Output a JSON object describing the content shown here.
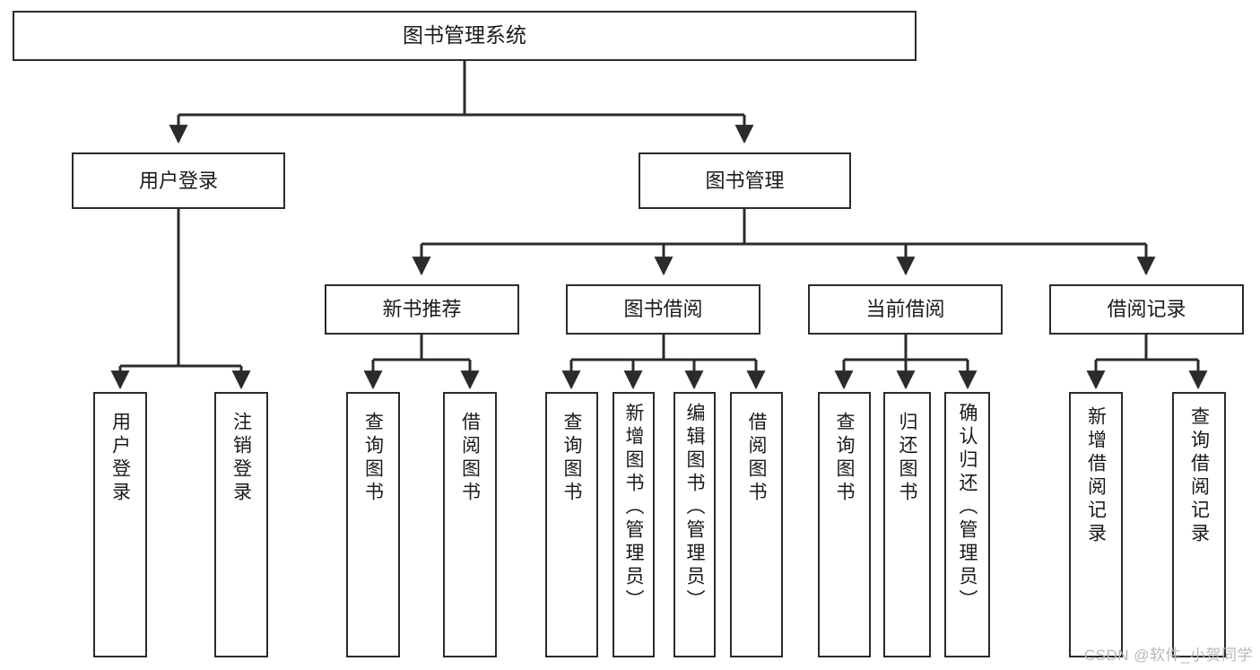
{
  "diagram": {
    "title": "图书管理系统",
    "watermark": "CSDN @软件_小贺同学",
    "line_color": "#2b2b2b",
    "box_fill": "#ffffff",
    "text_color": "#1a1a1a",
    "root": {
      "label": "图书管理系统"
    },
    "level2": [
      {
        "label": "用户登录"
      },
      {
        "label": "图书管理"
      }
    ],
    "level3": [
      {
        "label": "新书推荐"
      },
      {
        "label": "图书借阅"
      },
      {
        "label": "当前借阅"
      },
      {
        "label": "借阅记录"
      }
    ],
    "leaves": [
      {
        "label": "用户登录"
      },
      {
        "label": "注销登录"
      },
      {
        "label": "查询图书"
      },
      {
        "label": "借阅图书"
      },
      {
        "label": "查询图书"
      },
      {
        "label": "新增图书（管理员）"
      },
      {
        "label": "编辑图书（管理员）"
      },
      {
        "label": "借阅图书"
      },
      {
        "label": "查询图书"
      },
      {
        "label": "归还图书"
      },
      {
        "label": "确认归还（管理员）"
      },
      {
        "label": "新增借阅记录"
      },
      {
        "label": "查询借阅记录"
      }
    ]
  }
}
